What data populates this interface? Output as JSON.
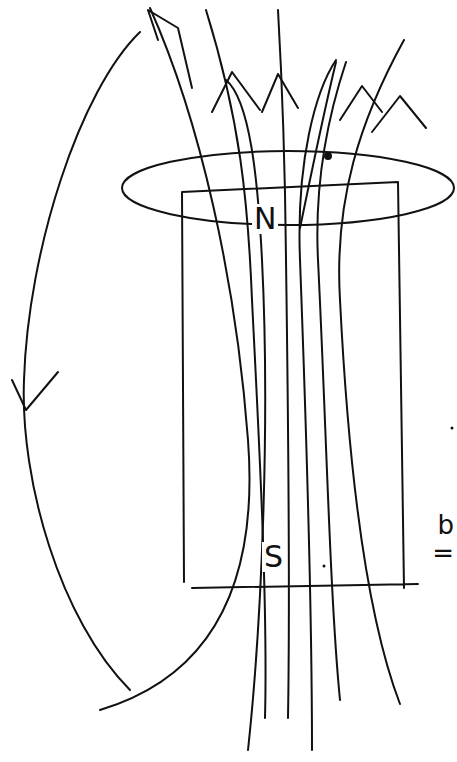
{
  "diagram": {
    "nodes": [
      {
        "text": [
          "N",
          "S"
        ]
      }
    ],
    "labels": [
      "b",
      "="
    ]
  }
}
